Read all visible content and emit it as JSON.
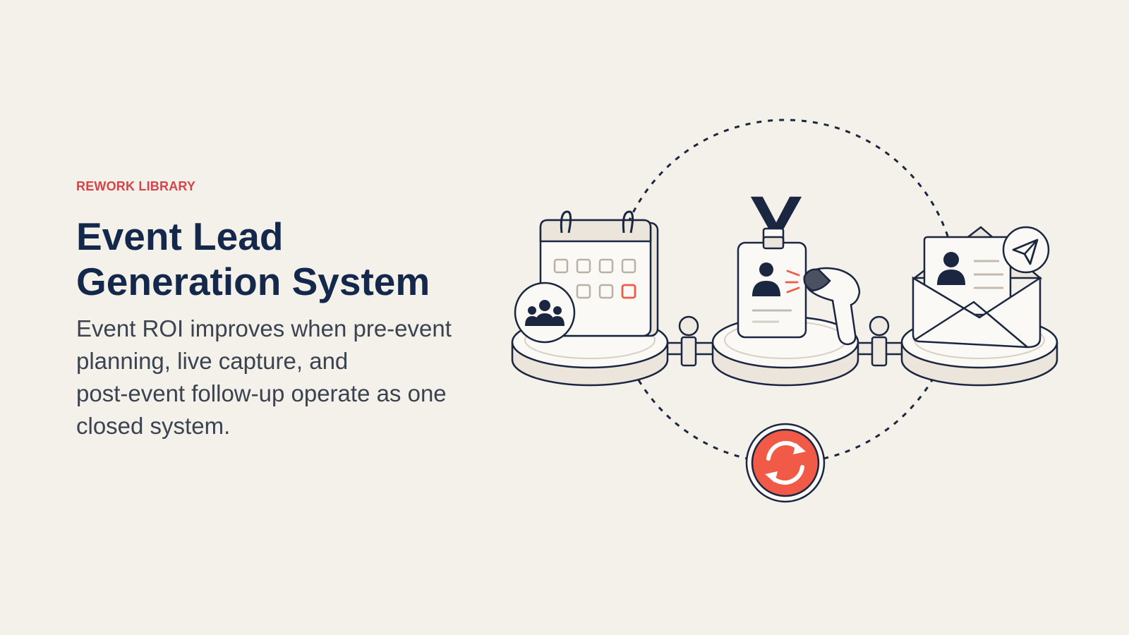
{
  "eyebrow": "REWORK LIBRARY",
  "title_lines": [
    "Event Lead",
    "Generation System"
  ],
  "description_lines": [
    "Event ROI improves when pre-event",
    "planning, live capture, and",
    "post-event follow-up operate as one",
    "closed system."
  ],
  "colors": {
    "background": "#f4f0ea",
    "eyebrow": "#d94348",
    "title": "#14284b",
    "body": "#3b4350",
    "accent": "#f05a46",
    "outline": "#1b2740",
    "fill": "#fbf9f6"
  },
  "illustration": {
    "stages": [
      {
        "id": "pre-event-planning",
        "icon": "calendar-icon",
        "badge_icon": "people-group-icon"
      },
      {
        "id": "live-capture",
        "icon": "id-badge-icon",
        "tool_icon": "barcode-scanner-icon"
      },
      {
        "id": "post-event-follow-up",
        "icon": "envelope-contact-icon",
        "badge_icon": "send-arrow-icon"
      }
    ],
    "loop_icon": "refresh-cycle-icon"
  }
}
